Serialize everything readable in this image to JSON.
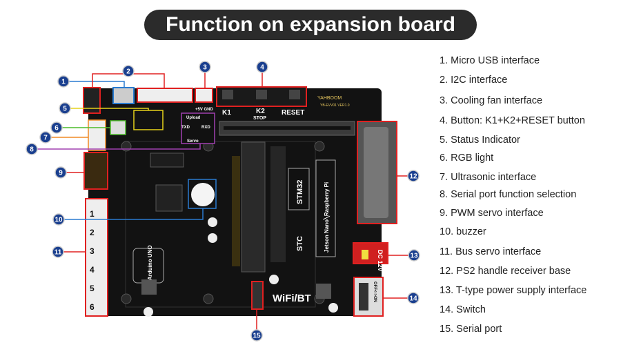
{
  "title": "Function on expansion board",
  "legend": [
    "1. Micro USB interface",
    "2. I2C interface",
    "3. Cooling fan interface",
    "4. Button: K1+K2+RESET button",
    "5. Status Indicator",
    "6. RGB light",
    "7. Ultrasonic interface",
    "8. Serial port function selection",
    "9. PWM servo interface",
    "10. buzzer",
    "11. Bus servo interface",
    "12. PS2 handle receiver base",
    "13. T-type power supply interface",
    "14. Switch",
    "15. Serial port"
  ],
  "callouts": [
    "1",
    "2",
    "3",
    "4",
    "5",
    "6",
    "7",
    "8",
    "9",
    "10",
    "11",
    "12",
    "13",
    "14",
    "15"
  ],
  "board_labels": {
    "brand": "YAHBOOM",
    "model": "YB-EVV01 VER1.0",
    "k1": "K1",
    "k2": "K2",
    "stop": "STOP",
    "reset": "RESET",
    "upload": "Upload",
    "servo": "Servo",
    "txd": "TXD",
    "rxd": "RXD",
    "stm32": "STM32",
    "stc": "STC",
    "pi": "Jetson Nano╲Raspberry Pi",
    "uno": "Arduino UNO",
    "wifi": "WiFi/BT",
    "dc": "DC 12V",
    "switch": "OFF<->ON",
    "fan": "+5V GND",
    "servo_ports": [
      "1",
      "2",
      "3",
      "4",
      "5",
      "6"
    ]
  },
  "colors": {
    "title_bg": "#2b2b2b",
    "board": "#111111",
    "callout": "#1a3f8f",
    "highlight_red": "#e02020",
    "usb_blue": "#2a7bd0",
    "status_yellow": "#e6d21a",
    "rgb_green": "#4cbb2a",
    "ultrasonic_orange": "#f08a24",
    "serial_purple": "#a040b0"
  }
}
